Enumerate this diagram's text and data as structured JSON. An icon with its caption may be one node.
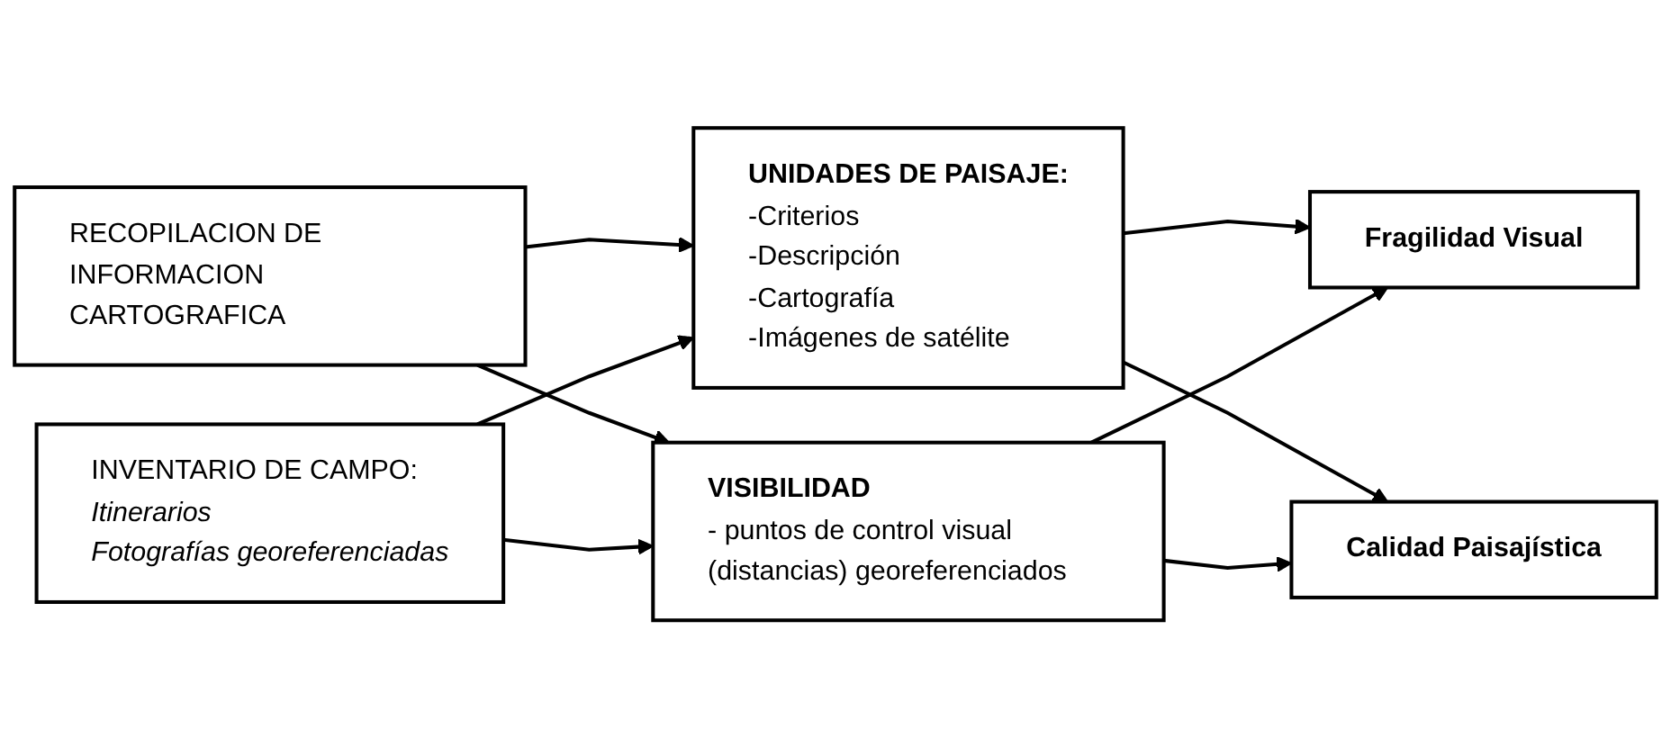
{
  "diagram": {
    "nodes": [
      {
        "text": [
          "RECOPILACION DE INFORMACION CARTOGRAFICA"
        ]
      },
      {
        "text": [
          "INVENTARIO DE CAMPO:",
          "Itinerarios",
          "Fotografías georeferenciadas"
        ]
      },
      {
        "text": [
          "UNIDADES DE PAISAJE:",
          "-Criterios",
          "-Descripción",
          "-Cartografía",
          "-Imágenes de satélite"
        ]
      },
      {
        "text": [
          "VISIBILIDAD",
          "- puntos de control visual (distancias) georeferenciados"
        ]
      },
      {
        "text": [
          "Fragilidad Visual"
        ]
      },
      {
        "text": [
          "Calidad Paisajística"
        ]
      }
    ],
    "edges": [
      {
        "from": 0,
        "to": 2,
        "arrow": "to"
      },
      {
        "from": 0,
        "to": 3,
        "arrow": "to"
      },
      {
        "from": 1,
        "to": 2,
        "arrow": "to"
      },
      {
        "from": 1,
        "to": 3,
        "arrow": "to"
      },
      {
        "from": 2,
        "to": 4,
        "arrow": "to"
      },
      {
        "from": 2,
        "to": 5,
        "arrow": "to"
      },
      {
        "from": 3,
        "to": 4,
        "arrow": "to"
      },
      {
        "from": 3,
        "to": 5,
        "arrow": "to"
      }
    ]
  }
}
